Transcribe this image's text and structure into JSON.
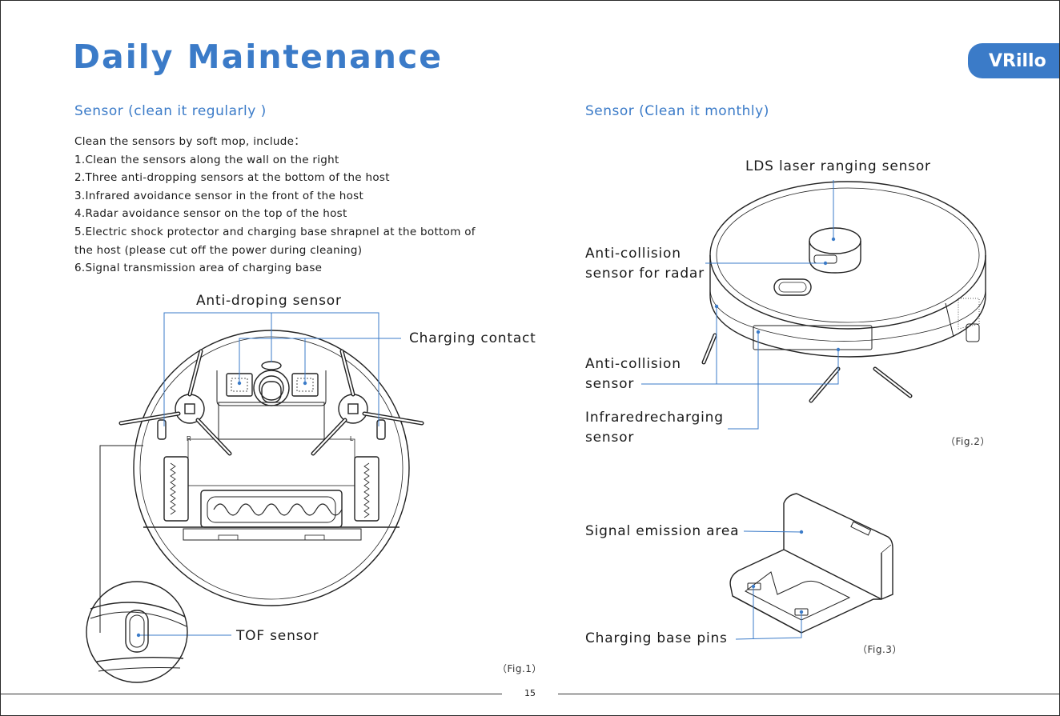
{
  "header": {
    "title": "Daily Maintenance",
    "brand": "VRillo"
  },
  "left": {
    "heading": "Sensor (clean it regularly )",
    "intro": "Clean the sensors by soft mop, include：",
    "items": [
      "1.Clean the sensors along the wall on the right",
      "2.Three anti-dropping sensors at the bottom of the host",
      "3.Infrared avoidance sensor in the front of the host",
      "4.Radar avoidance sensor on the top of the host",
      "5.Electric shock protector and charging base shrapnel at the bottom of",
      "the host (please cut off the power during cleaning)",
      "6.Signal transmission area of charging base"
    ],
    "labels": {
      "anti_dropping": "Anti-droping sensor",
      "charging_contact": "Charging contact",
      "tof": "TOF sensor"
    },
    "wheel_marks": {
      "right": "R",
      "left": "L"
    },
    "fig": "（Fig.1）"
  },
  "right": {
    "heading": "Sensor (Clean it monthly)",
    "labels": {
      "lds": "LDS laser ranging sensor",
      "radar_line1": "Anti-collision",
      "radar_line2": "sensor for radar",
      "collision_line1": "Anti-collision",
      "collision_line2": "sensor",
      "ir_line1": "Infraredrecharging",
      "ir_line2": "sensor",
      "signal": "Signal emission area",
      "pins": "Charging base pins"
    },
    "fig2": "（Fig.2）",
    "fig3": "（Fig.3）"
  },
  "footer": {
    "page_number": "15"
  },
  "colors": {
    "accent": "#3b7bc8",
    "leader_line": "#3b7bc8",
    "ink": "#1a1a1a"
  }
}
